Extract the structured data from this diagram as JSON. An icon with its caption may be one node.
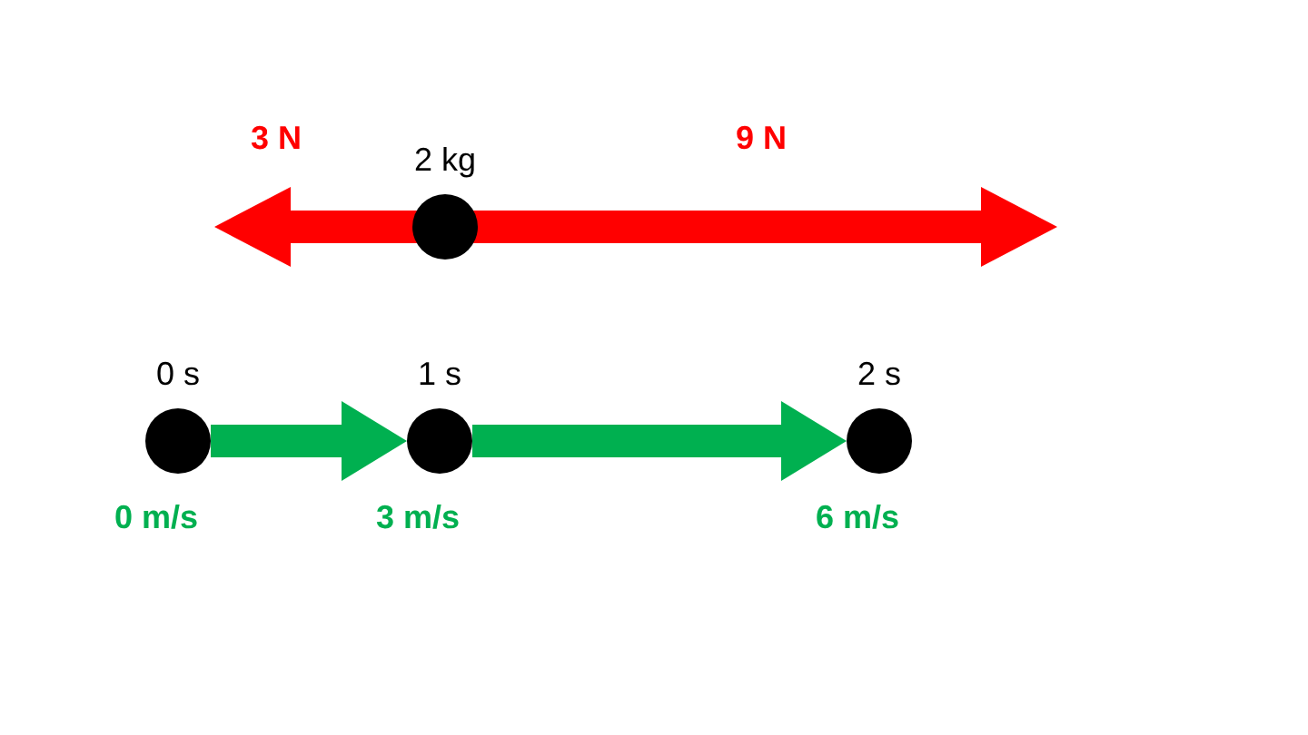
{
  "diagram": {
    "nodes": [
      {
        "text": [
          "2 kg"
        ]
      },
      {
        "text": [
          "0 s"
        ],
        "beside": [
          "0 m/s"
        ]
      },
      {
        "text": [
          "1 s"
        ],
        "beside": [
          "3 m/s"
        ]
      },
      {
        "text": [
          "2 s"
        ],
        "beside": [
          "6 m/s"
        ]
      }
    ],
    "edges": [
      {
        "from": 1,
        "to": 2,
        "arrow": "to"
      },
      {
        "from": 2,
        "to": 3,
        "arrow": "to"
      }
    ],
    "labels": [
      "3 N",
      "9 N"
    ]
  }
}
